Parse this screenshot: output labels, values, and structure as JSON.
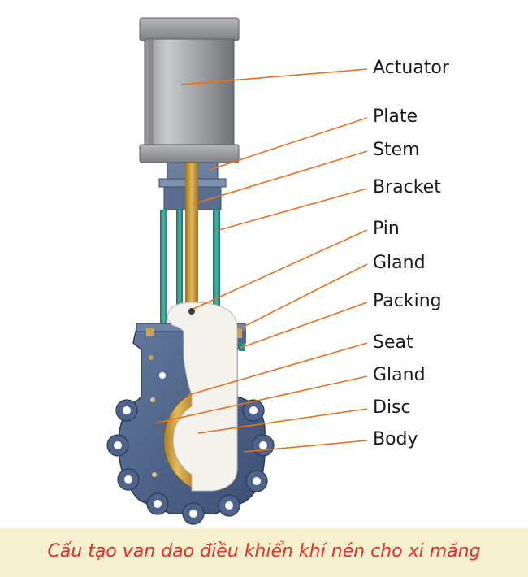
{
  "labels": {
    "actuator": "Actuator",
    "plate": "Plate",
    "stem": "Stem",
    "bracket": "Bracket",
    "pin": "Pin",
    "gland_top": "Gland",
    "packing": "Packing",
    "seat": "Seat",
    "gland_bottom": "Gland",
    "disc": "Disc",
    "body": "Body"
  },
  "caption": "Cấu tạo van dao điều khiển khí nén cho xi măng",
  "colors": {
    "leader_line": "#e8711c",
    "caption_text": "#e0302a",
    "caption_bg": "#f7f0cf",
    "body": "#4a5f86",
    "seat": "#c99a3a",
    "stem": "#c79a3c",
    "actuator": "#a7a9ac",
    "bracket_rods": "#2e8c84",
    "disc": "#f1f0e8"
  }
}
